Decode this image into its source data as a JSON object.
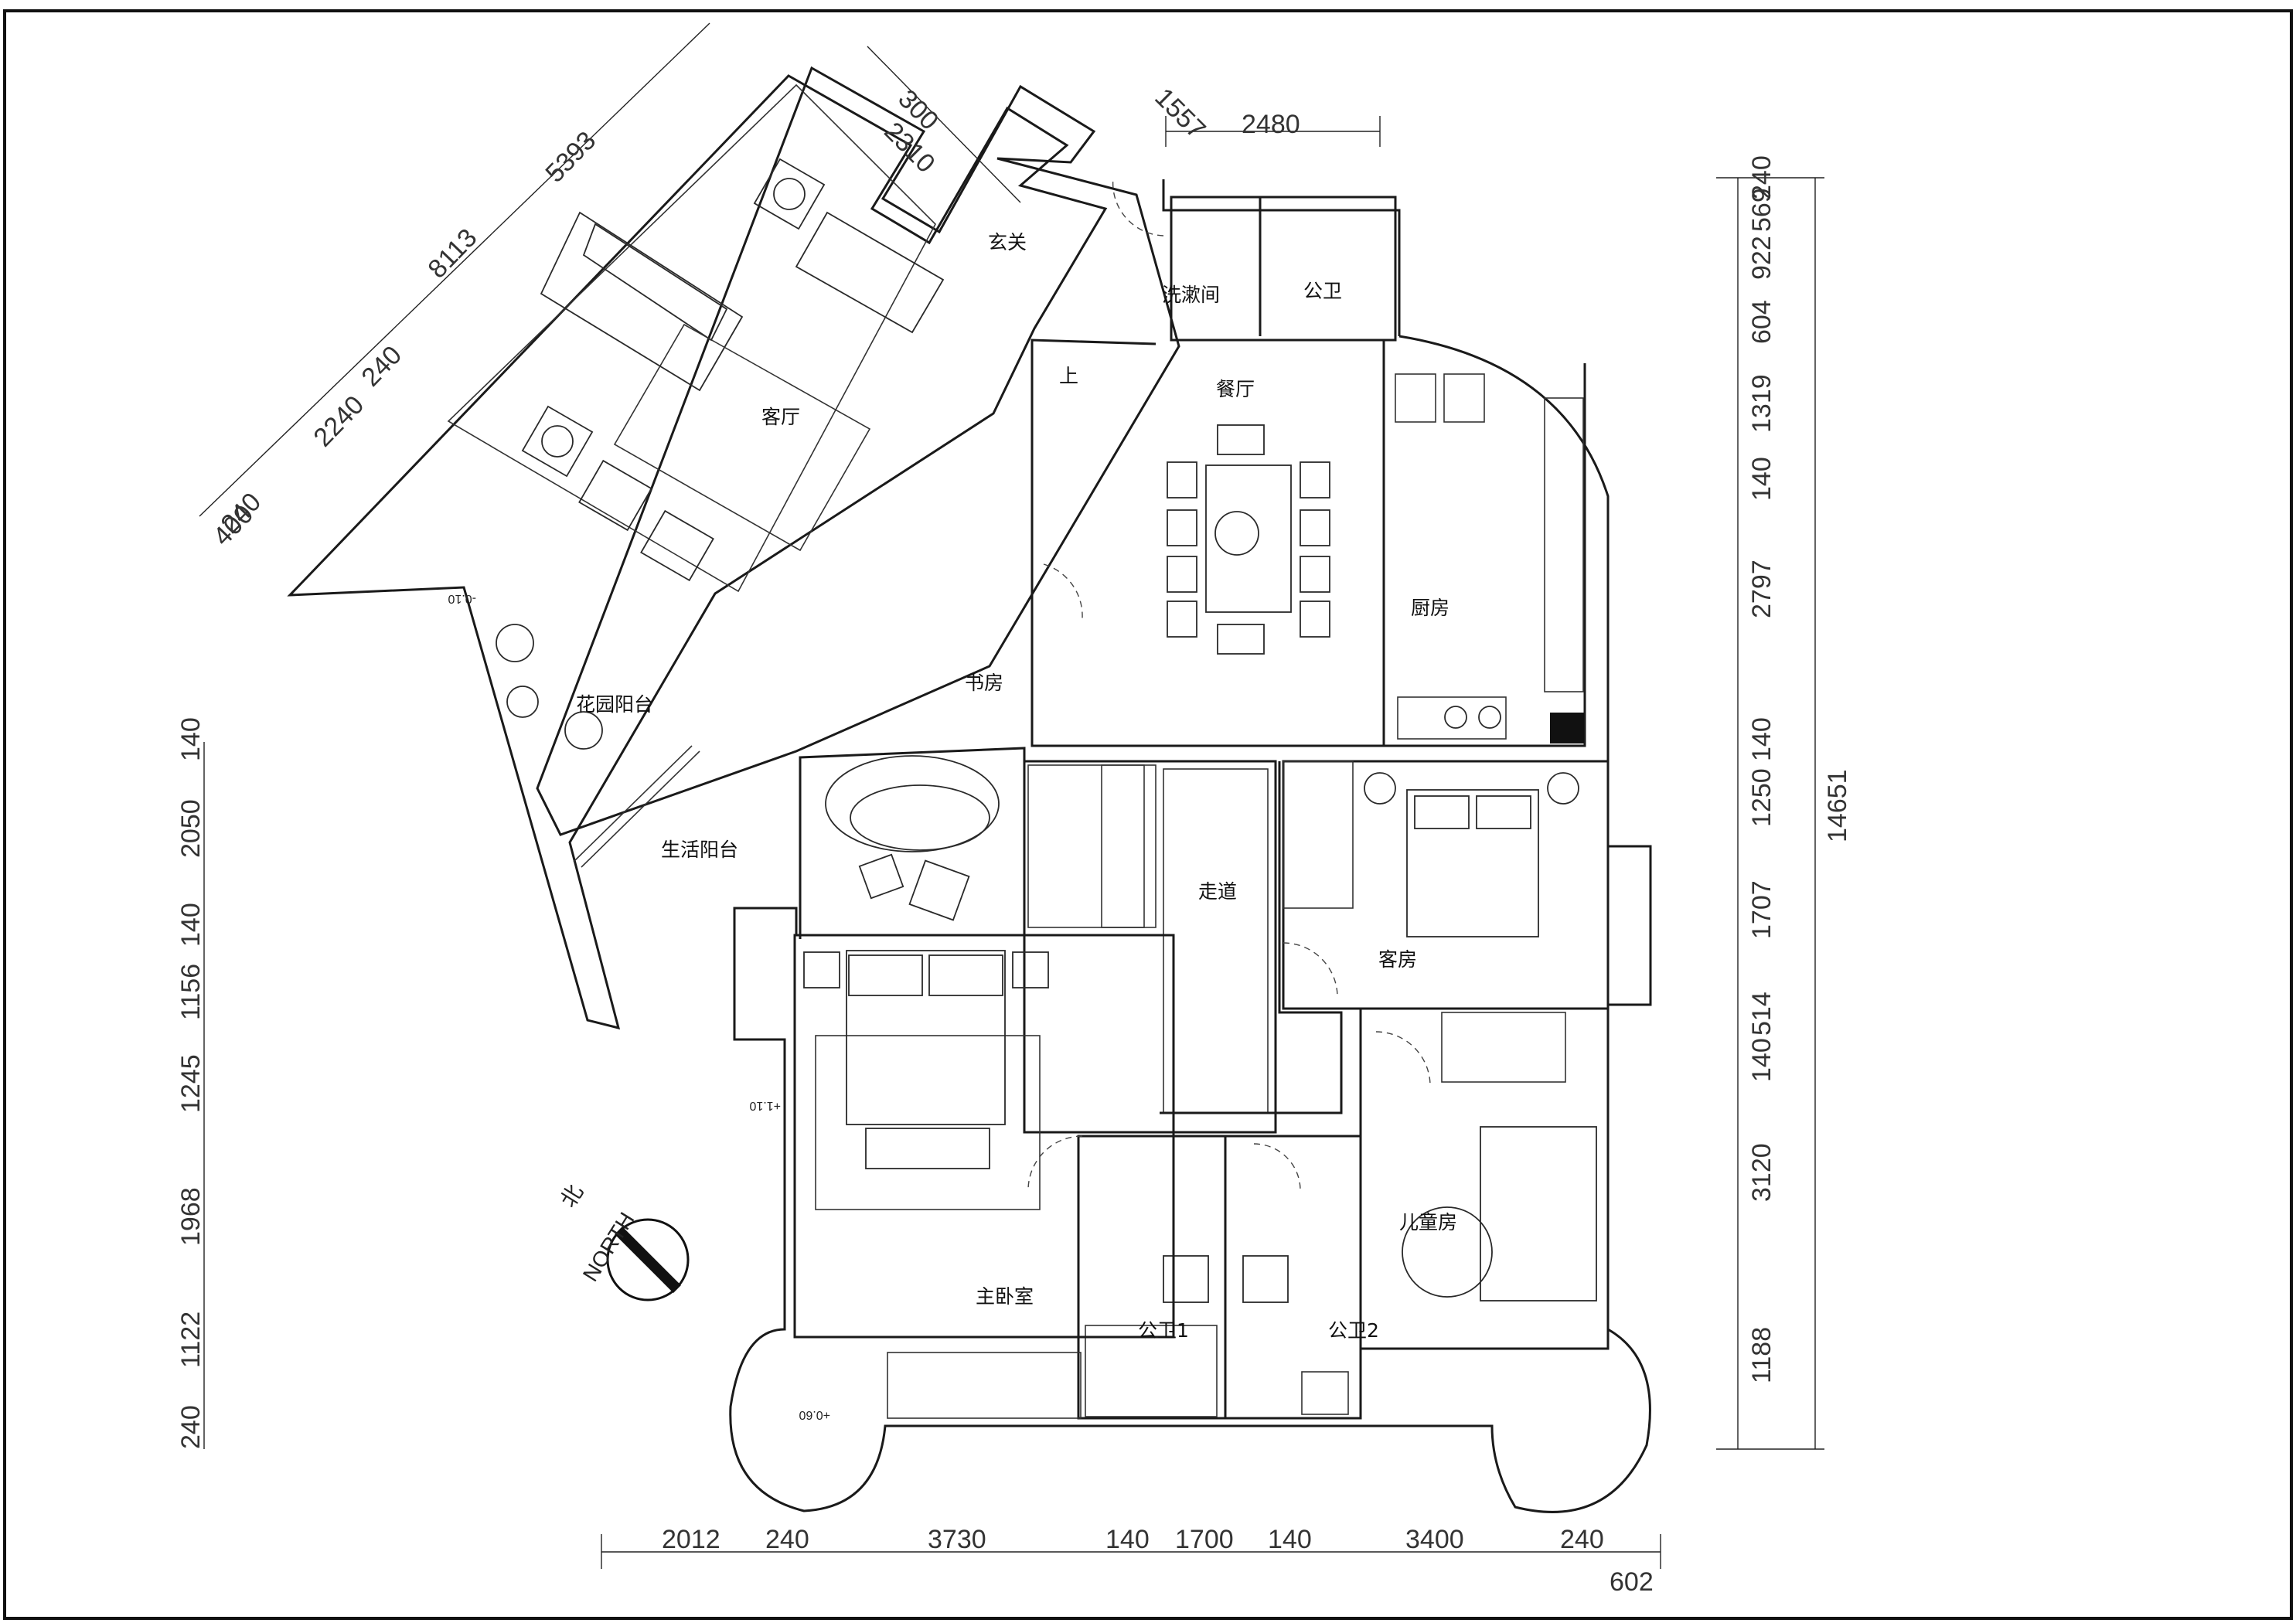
{
  "rooms": {
    "foyer": "玄关",
    "washroom": "洗漱间",
    "public_wc": "公卫",
    "living": "客厅",
    "dining": "餐厅",
    "kitchen": "厨房",
    "study": "书房",
    "garden_balcony": "花园阳台",
    "utility_balcony": "生活阳台",
    "corridor": "走道",
    "guest_room": "客房",
    "kids_room": "儿童房",
    "master_bedroom": "主卧室",
    "wc1": "公卫1",
    "wc2": "公卫2",
    "stairs_up": "上"
  },
  "levels": {
    "garden": "-0.10",
    "bay": "+1.10",
    "master_bay": "+0.60"
  },
  "north": {
    "label": "NORTH",
    "cn": "北"
  },
  "dimensions": {
    "top_angled": [
      "8113",
      "5393",
      "2310",
      "300",
      "1557",
      "2240",
      "240",
      "240",
      "400"
    ],
    "top_straight": [
      "2480"
    ],
    "right": [
      "240",
      "569",
      "922",
      "604",
      "1319",
      "140",
      "2797",
      "140",
      "1250",
      "1707",
      "514",
      "140",
      "3120",
      "1188"
    ],
    "right_total": "14651",
    "left": [
      "140",
      "2050",
      "140",
      "1156",
      "1245",
      "1968",
      "1122",
      "240"
    ],
    "bottom": [
      "2012",
      "240",
      "3730",
      "140",
      "1700",
      "140",
      "3400",
      "240"
    ],
    "bottom_extra": "602"
  }
}
